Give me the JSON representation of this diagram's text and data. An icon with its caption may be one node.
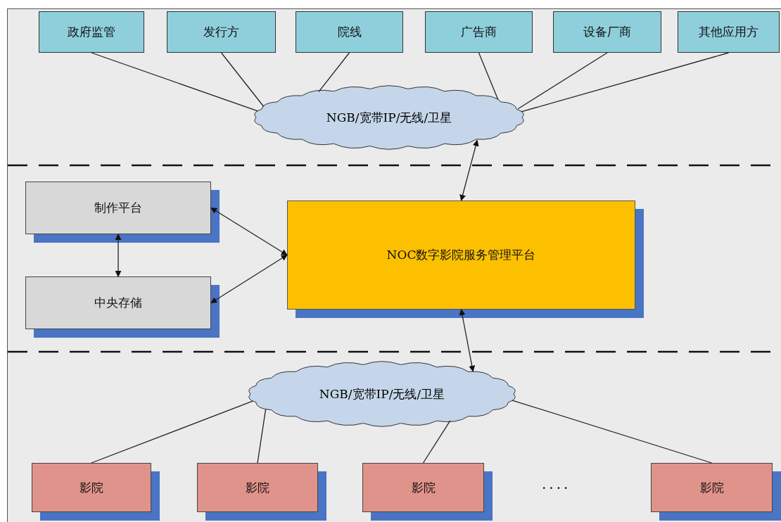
{
  "diagram": {
    "nodes": [
      {
        "text": [
          "政府监管"
        ]
      },
      {
        "text": [
          "发行方"
        ]
      },
      {
        "text": [
          "院线"
        ]
      },
      {
        "text": [
          "广告商"
        ]
      },
      {
        "text": [
          "设备厂商"
        ]
      },
      {
        "text": [
          "其他应用方"
        ]
      },
      {
        "text": [
          "NGB/宽带IP/无线/卫星"
        ]
      },
      {
        "text": [
          "制作平台"
        ]
      },
      {
        "text": [
          "中央存储"
        ]
      },
      {
        "text": [
          "NOC数字影院服务管理平台"
        ]
      },
      {
        "text": [
          "NGB/宽带IP/无线/卫星"
        ]
      },
      {
        "text": [
          "影院"
        ]
      },
      {
        "text": [
          "影院"
        ]
      },
      {
        "text": [
          "影院"
        ]
      },
      {
        "text": [
          "影院"
        ]
      }
    ],
    "edges": [
      {
        "from": 0,
        "to": 6,
        "arrow": "none"
      },
      {
        "from": 1,
        "to": 6,
        "arrow": "none"
      },
      {
        "from": 2,
        "to": 6,
        "arrow": "none"
      },
      {
        "from": 3,
        "to": 6,
        "arrow": "none"
      },
      {
        "from": 4,
        "to": 6,
        "arrow": "none"
      },
      {
        "from": 5,
        "to": 6,
        "arrow": "none"
      },
      {
        "from": 6,
        "to": 9,
        "arrow": "both"
      },
      {
        "from": 7,
        "to": 9,
        "arrow": "both"
      },
      {
        "from": 8,
        "to": 9,
        "arrow": "both"
      },
      {
        "from": 7,
        "to": 8,
        "arrow": "both"
      },
      {
        "from": 9,
        "to": 10,
        "arrow": "both"
      },
      {
        "from": 10,
        "to": 11,
        "arrow": "none"
      },
      {
        "from": 10,
        "to": 12,
        "arrow": "none"
      },
      {
        "from": 10,
        "to": 13,
        "arrow": "none"
      },
      {
        "from": 10,
        "to": 14,
        "arrow": "none"
      }
    ],
    "labels": [
      "...."
    ]
  }
}
